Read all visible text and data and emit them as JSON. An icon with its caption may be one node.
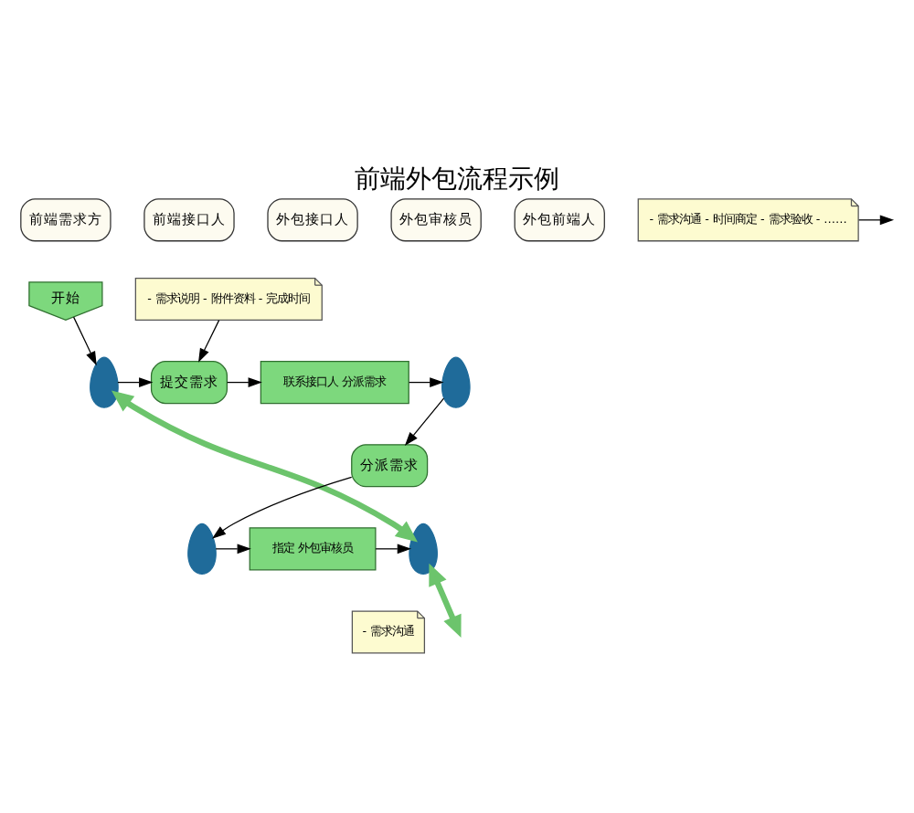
{
  "diagram": {
    "title": "前端外包流程示例",
    "nodes": [
      {
        "text": [
          "前端需求方"
        ]
      },
      {
        "text": [
          "前端接口人"
        ]
      },
      {
        "text": [
          "外包接口人"
        ]
      },
      {
        "text": [
          "外包审核员"
        ]
      },
      {
        "text": [
          "外包前端人"
        ]
      },
      {
        "text": [
          "开始"
        ]
      },
      {
        "text": [],
        "shape": "person"
      },
      {
        "text": [
          "- 需求说明 - 附件资料 - 完成时间"
        ]
      },
      {
        "text": [
          "提交需求"
        ]
      },
      {
        "text": [
          "联系接口人 分派需求"
        ]
      },
      {
        "text": [],
        "shape": "person"
      },
      {
        "text": [
          "分派需求"
        ]
      },
      {
        "text": [],
        "shape": "person"
      },
      {
        "text": [
          "指定 外包审核员"
        ]
      },
      {
        "text": [],
        "shape": "person"
      },
      {
        "text": [
          "- 需求沟通 - 时间商定 - 需求验收 - ……"
        ]
      },
      {
        "text": [
          "- 需求沟通"
        ]
      }
    ],
    "edges": [
      {
        "from": 5,
        "to": 6,
        "arrow": "to"
      },
      {
        "from": 6,
        "to": 8,
        "arrow": "to"
      },
      {
        "from": 7,
        "to": 8,
        "arrow": "to"
      },
      {
        "from": 8,
        "to": 9,
        "arrow": "to"
      },
      {
        "from": 9,
        "to": 10,
        "arrow": "to"
      },
      {
        "from": 10,
        "to": 11,
        "arrow": "to"
      },
      {
        "from": 11,
        "to": 12,
        "arrow": "to"
      },
      {
        "from": 12,
        "to": 13,
        "arrow": "to"
      },
      {
        "from": 13,
        "to": 14,
        "arrow": "to"
      },
      {
        "from": 6,
        "to": 14,
        "arrow": "both",
        "style": "thick",
        "color": "#6cc46c"
      },
      {
        "from": 15,
        "to": null,
        "arrow": "to"
      },
      {
        "from": 14,
        "to": null,
        "arrow": "both",
        "style": "thick",
        "color": "#6cc46c"
      }
    ]
  }
}
